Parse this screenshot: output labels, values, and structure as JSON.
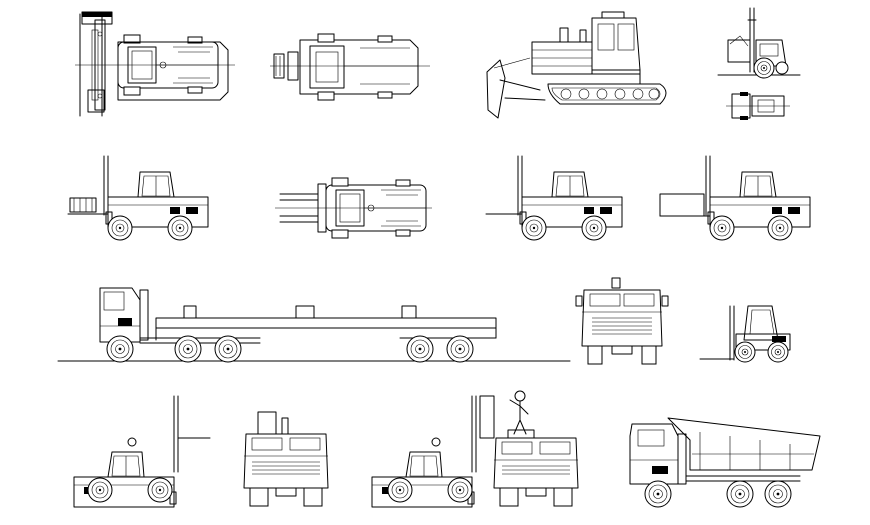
{
  "sheet": {
    "background": "#ffffff",
    "stroke_color": "#000000",
    "text_labels": []
  },
  "rows": [
    {
      "id": "row-1",
      "drawings": [
        {
          "name": "forklift-top-view-with-load",
          "view": "plan"
        },
        {
          "name": "forklift-top-view-small",
          "view": "plan"
        },
        {
          "name": "bulldozer-side-view",
          "view": "elevation"
        },
        {
          "name": "compact-forklift-side-view",
          "view": "elevation"
        },
        {
          "name": "compact-forklift-top-view",
          "view": "plan"
        }
      ]
    },
    {
      "id": "row-2",
      "drawings": [
        {
          "name": "forklift-side-view-with-pallet",
          "view": "elevation"
        },
        {
          "name": "forklift-top-view-long-forks",
          "view": "plan"
        },
        {
          "name": "forklift-side-view-forks-lowered",
          "view": "elevation"
        },
        {
          "name": "forklift-side-view-with-box",
          "view": "elevation"
        }
      ]
    },
    {
      "id": "row-3",
      "drawings": [
        {
          "name": "flatbed-trailer-truck-side-view",
          "view": "elevation"
        },
        {
          "name": "truck-front-view",
          "view": "elevation"
        },
        {
          "name": "warehouse-forklift-side-view",
          "view": "elevation"
        }
      ]
    },
    {
      "id": "row-4",
      "drawings": [
        {
          "name": "forklift-rear-side-view-forks-raised",
          "view": "elevation"
        },
        {
          "name": "truck-rear-view",
          "view": "elevation"
        },
        {
          "name": "forklift-loading-truck-with-worker",
          "view": "elevation"
        },
        {
          "name": "dump-truck-side-view",
          "view": "elevation"
        }
      ]
    }
  ]
}
